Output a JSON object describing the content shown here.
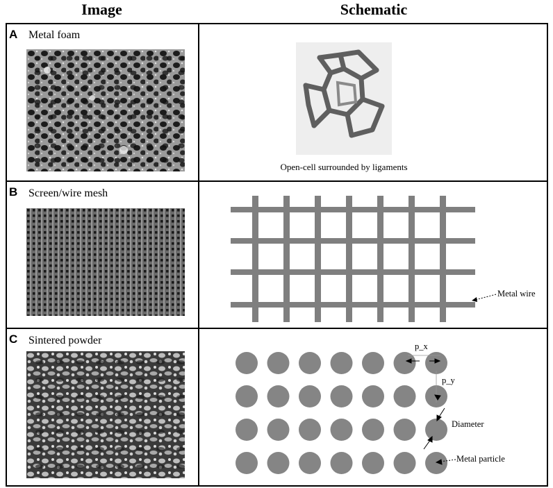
{
  "headers": {
    "image": "Image",
    "schematic": "Schematic"
  },
  "rows": [
    {
      "label": "A",
      "title": "Metal foam",
      "caption": "Open-cell surrounded by ligaments"
    },
    {
      "label": "B",
      "title": "Screen/wire mesh",
      "annotation": "Metal wire"
    },
    {
      "label": "C",
      "title": "Sintered powder",
      "annotations": {
        "px": "p_x",
        "py": "p_y",
        "diameter": "Diameter",
        "particle": "Metal particle"
      }
    }
  ],
  "colors": {
    "wire": "#7f7f7f",
    "particle": "#858585",
    "border": "#000000"
  }
}
